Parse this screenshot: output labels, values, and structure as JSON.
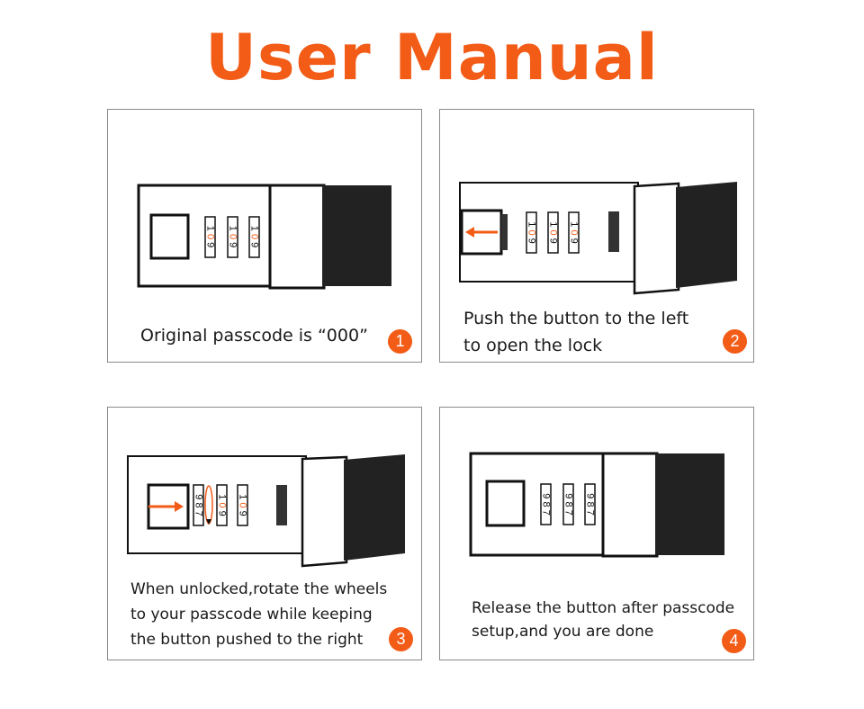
{
  "title": "User Manual",
  "colors": {
    "accent": "#f25c17",
    "ink": "#1a1a1a",
    "border": "#8a8a8a"
  },
  "steps": [
    {
      "number": "1",
      "caption": "Original passcode is “000”",
      "wheels": [
        "1",
        "0",
        "9"
      ]
    },
    {
      "number": "2",
      "caption": "Push the button to the left\nto open the lock",
      "wheels": [
        "1",
        "0",
        "9"
      ]
    },
    {
      "number": "3",
      "caption": "When unlocked,rotate the wheels\nto your passcode while keeping\nthe button pushed to the right",
      "wheels_set": [
        "9",
        "8",
        "7"
      ],
      "wheels": [
        "1",
        "0",
        "9"
      ]
    },
    {
      "number": "4",
      "caption": "Release the button after passcode\nsetup,and you are done",
      "wheels": [
        "9",
        "8",
        "7"
      ]
    }
  ]
}
